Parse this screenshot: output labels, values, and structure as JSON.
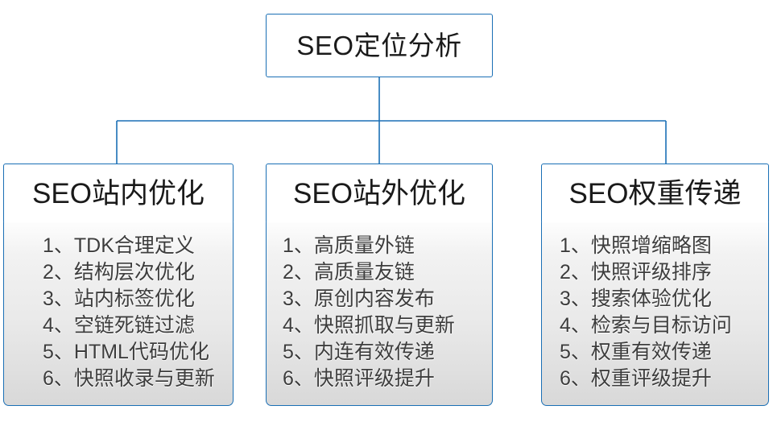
{
  "diagram": {
    "title": "SEO定位分析",
    "accent_color": "#1a6fb5",
    "text_color": "#1a1a1a",
    "list_text_color": "#3d3d3d",
    "panel_background": "#e9e9e9",
    "root": {
      "label": "SEO定位分析"
    },
    "branches": [
      {
        "header": "SEO站内优化",
        "items": [
          "1、TDK合理定义",
          "2、结构层次优化",
          "3、站内标签优化",
          "4、空链死链过滤",
          "5、HTML代码优化",
          "6、快照收录与更新"
        ]
      },
      {
        "header": "SEO站外优化",
        "items": [
          "1、高质量外链",
          "2、高质量友链",
          "3、原创内容发布",
          "4、快照抓取与更新",
          "5、内连有效传递",
          "6、快照评级提升"
        ]
      },
      {
        "header": "SEO权重传递",
        "items": [
          "1、快照增缩略图",
          "2、快照评级排序",
          "3、搜索体验优化",
          "4、检索与目标访问",
          "5、权重有效传递",
          "6、权重评级提升"
        ]
      }
    ]
  }
}
